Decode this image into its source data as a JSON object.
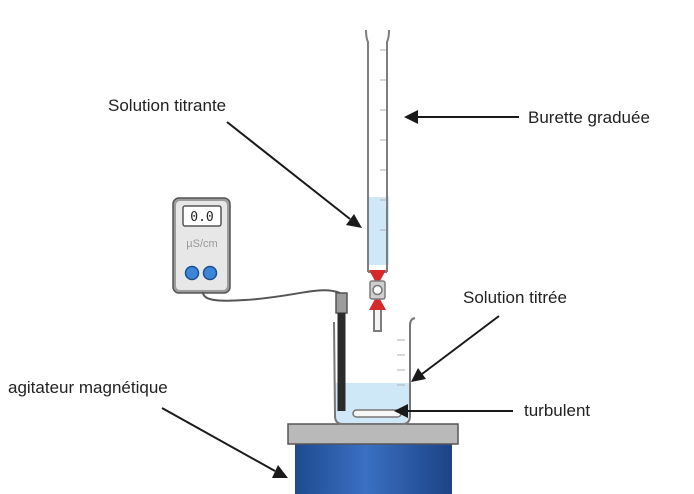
{
  "labels": {
    "titrant": "Solution titrante",
    "burette": "Burette graduée",
    "titree": "Solution titrée",
    "agitateur": "agitateur magnétique",
    "turbulent": "turbulent"
  },
  "meter": {
    "reading": "0.0",
    "unit": "µS/cm"
  },
  "colors": {
    "liquid": "#cfe8f7",
    "stopcock": "#d42a2a",
    "buttons": "#3b86d8",
    "stirrer": "#2556a6",
    "meter_body": "#9c9c9c",
    "glass": "#7d7d7d"
  }
}
